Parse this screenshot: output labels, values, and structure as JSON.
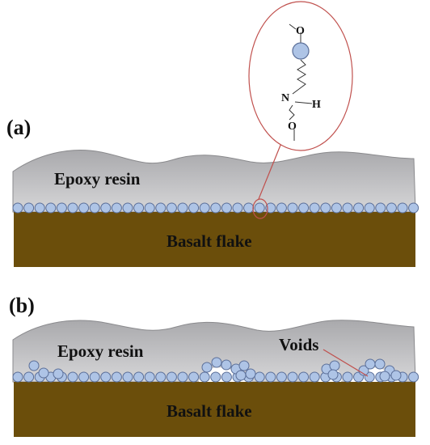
{
  "panels": {
    "a": {
      "label": "(a)",
      "resin_label": "Epoxy resin",
      "substrate_label": "Basalt flake"
    },
    "b": {
      "label": "(b)",
      "resin_label": "Epoxy resin",
      "substrate_label": "Basalt flake",
      "voids_label": "Voids"
    }
  },
  "inset": {
    "atom_top": "O",
    "atom_n": "N",
    "atom_h": "H",
    "atom_bottom": "O"
  },
  "colors": {
    "resin": "#b7b7ba",
    "resin_edge": "#8a8a8d",
    "substrate": "#6b4e0b",
    "particle_fill": "#aec4e6",
    "particle_edge": "#5b6f99",
    "callout": "#c0504d",
    "void": "#ffffff"
  }
}
